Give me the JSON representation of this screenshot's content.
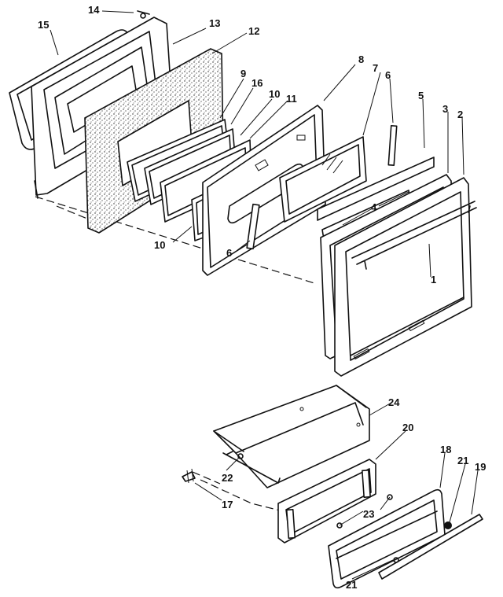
{
  "callouts": {
    "c1": "1",
    "c2": "2",
    "c3": "3",
    "c4": "4",
    "c5": "5",
    "c6a": "6",
    "c6b": "6",
    "c7": "7",
    "c8": "8",
    "c9": "9",
    "c10a": "10",
    "c10b": "10",
    "c11": "11",
    "c12": "12",
    "c13": "13",
    "c14": "14",
    "c15": "15",
    "c16": "16",
    "c17": "17",
    "c18": "18",
    "c19": "19",
    "c20": "20",
    "c21a": "21",
    "c21b": "21",
    "c22": "22",
    "c23": "23",
    "c24": "24"
  }
}
